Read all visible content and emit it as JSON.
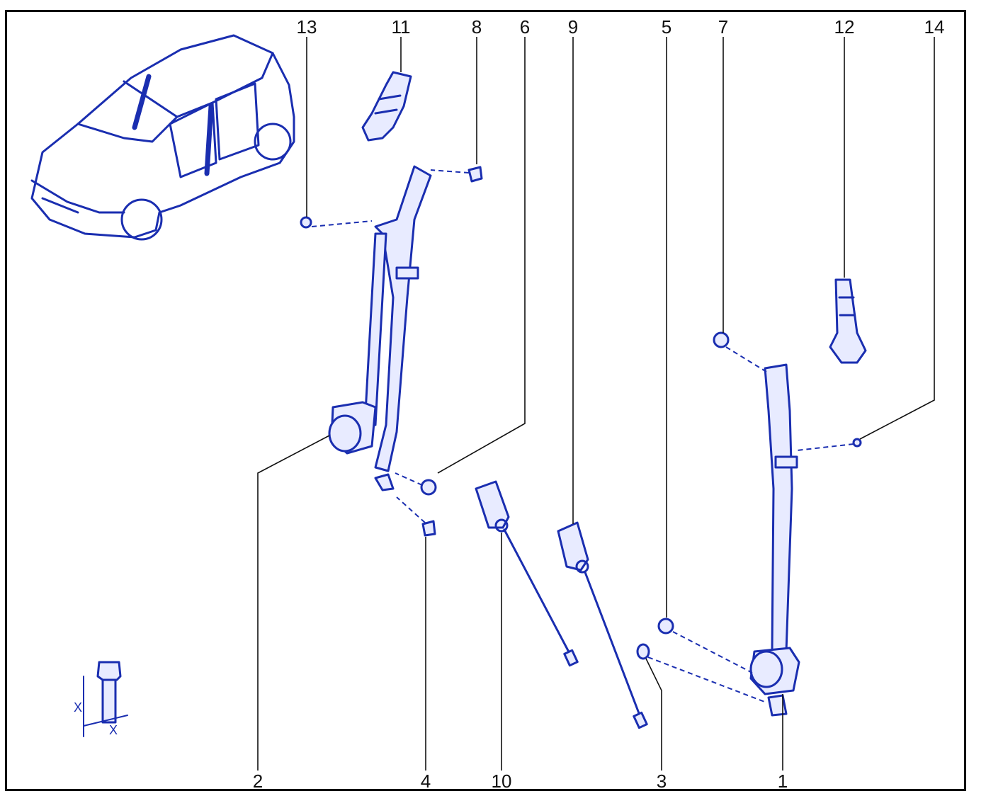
{
  "callouts": [
    {
      "id": "13",
      "label": "13"
    },
    {
      "id": "11",
      "label": "11"
    },
    {
      "id": "8",
      "label": "8"
    },
    {
      "id": "6",
      "label": "6"
    },
    {
      "id": "9",
      "label": "9"
    },
    {
      "id": "5",
      "label": "5"
    },
    {
      "id": "7",
      "label": "7"
    },
    {
      "id": "12",
      "label": "12"
    },
    {
      "id": "14",
      "label": "14"
    },
    {
      "id": "2",
      "label": "2"
    },
    {
      "id": "4",
      "label": "4"
    },
    {
      "id": "10",
      "label": "10"
    },
    {
      "id": "3",
      "label": "3"
    },
    {
      "id": "1",
      "label": "1"
    }
  ],
  "bolt_detail": {
    "dim_label_1": "X",
    "dim_label_2": "X"
  },
  "colors": {
    "line_art": "#1a2eb0",
    "frame": "#111111",
    "background": "#ffffff"
  }
}
